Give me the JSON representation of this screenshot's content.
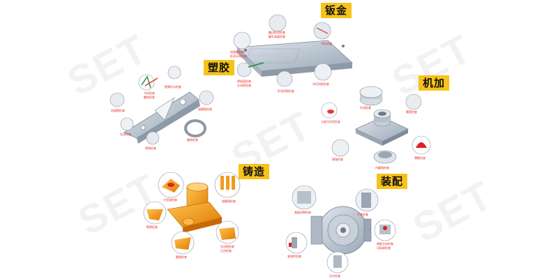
{
  "watermark": {
    "text": "SET"
  },
  "categories": {
    "sheet_metal": "钣金",
    "plastic": "塑胶",
    "machining": "机加",
    "casting": "铸造",
    "assembly": "装配"
  },
  "callouts": {
    "sheet_metal": [
      "翻边折弯检查",
      "翻孔高度检查",
      "加强筋检查",
      "折弯半径检查",
      "冲孔检查",
      "焊接面检查",
      "孔间距检查",
      "折弯间距检查",
      "冲压间距检查"
    ],
    "plastic": [
      "卡扣检查",
      "螺柱检查",
      "壁厚均匀检查",
      "加强筋检查",
      "拔模角检查",
      "孔径检查",
      "倒角检查",
      "圆角检查"
    ],
    "machining": [
      "刀具可达性检查",
      "孔深检查",
      "槽宽检查",
      "倒角检查",
      "内圆角检查",
      "薄壁检查"
    ],
    "casting": [
      "分型面检查",
      "拔模角检查",
      "壁厚检查",
      "圆角检查",
      "孔间距检查",
      "凸台检查"
    ],
    "assembly": [
      "装配间隙检查",
      "干涉检查",
      "紧固件检查",
      "孔位检查",
      "装配方向检查",
      "可拆卸检查"
    ]
  },
  "colors": {
    "tag_bg": "#f7c21a",
    "callout_text": "#e22222",
    "cast_orange": "#f39a1e",
    "metal_gray": "#aab6c4",
    "watermark": "#e6e6e6"
  }
}
